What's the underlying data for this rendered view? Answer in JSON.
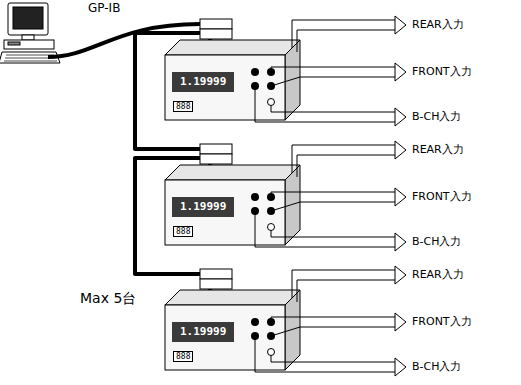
{
  "diagram": {
    "nodes": [
      {
        "text": [
          "1.19999",
          "888"
        ]
      },
      {
        "text": [
          "1.19999",
          "888"
        ]
      },
      {
        "text": [
          "1.19999",
          "888"
        ]
      }
    ],
    "edges": [
      {
        "from": 0,
        "to": 1,
        "arrow": "none"
      },
      {
        "from": 1,
        "to": 2,
        "arrow": "none"
      }
    ],
    "labels": [
      "GP-IB",
      "REAR入力",
      "FRONT入力",
      "B-CH入力",
      "REAR入力",
      "FRONT入力",
      "B-CH入力",
      "REAR入力",
      "FRONT入力",
      "Max 5台",
      "B-CH入力"
    ]
  }
}
